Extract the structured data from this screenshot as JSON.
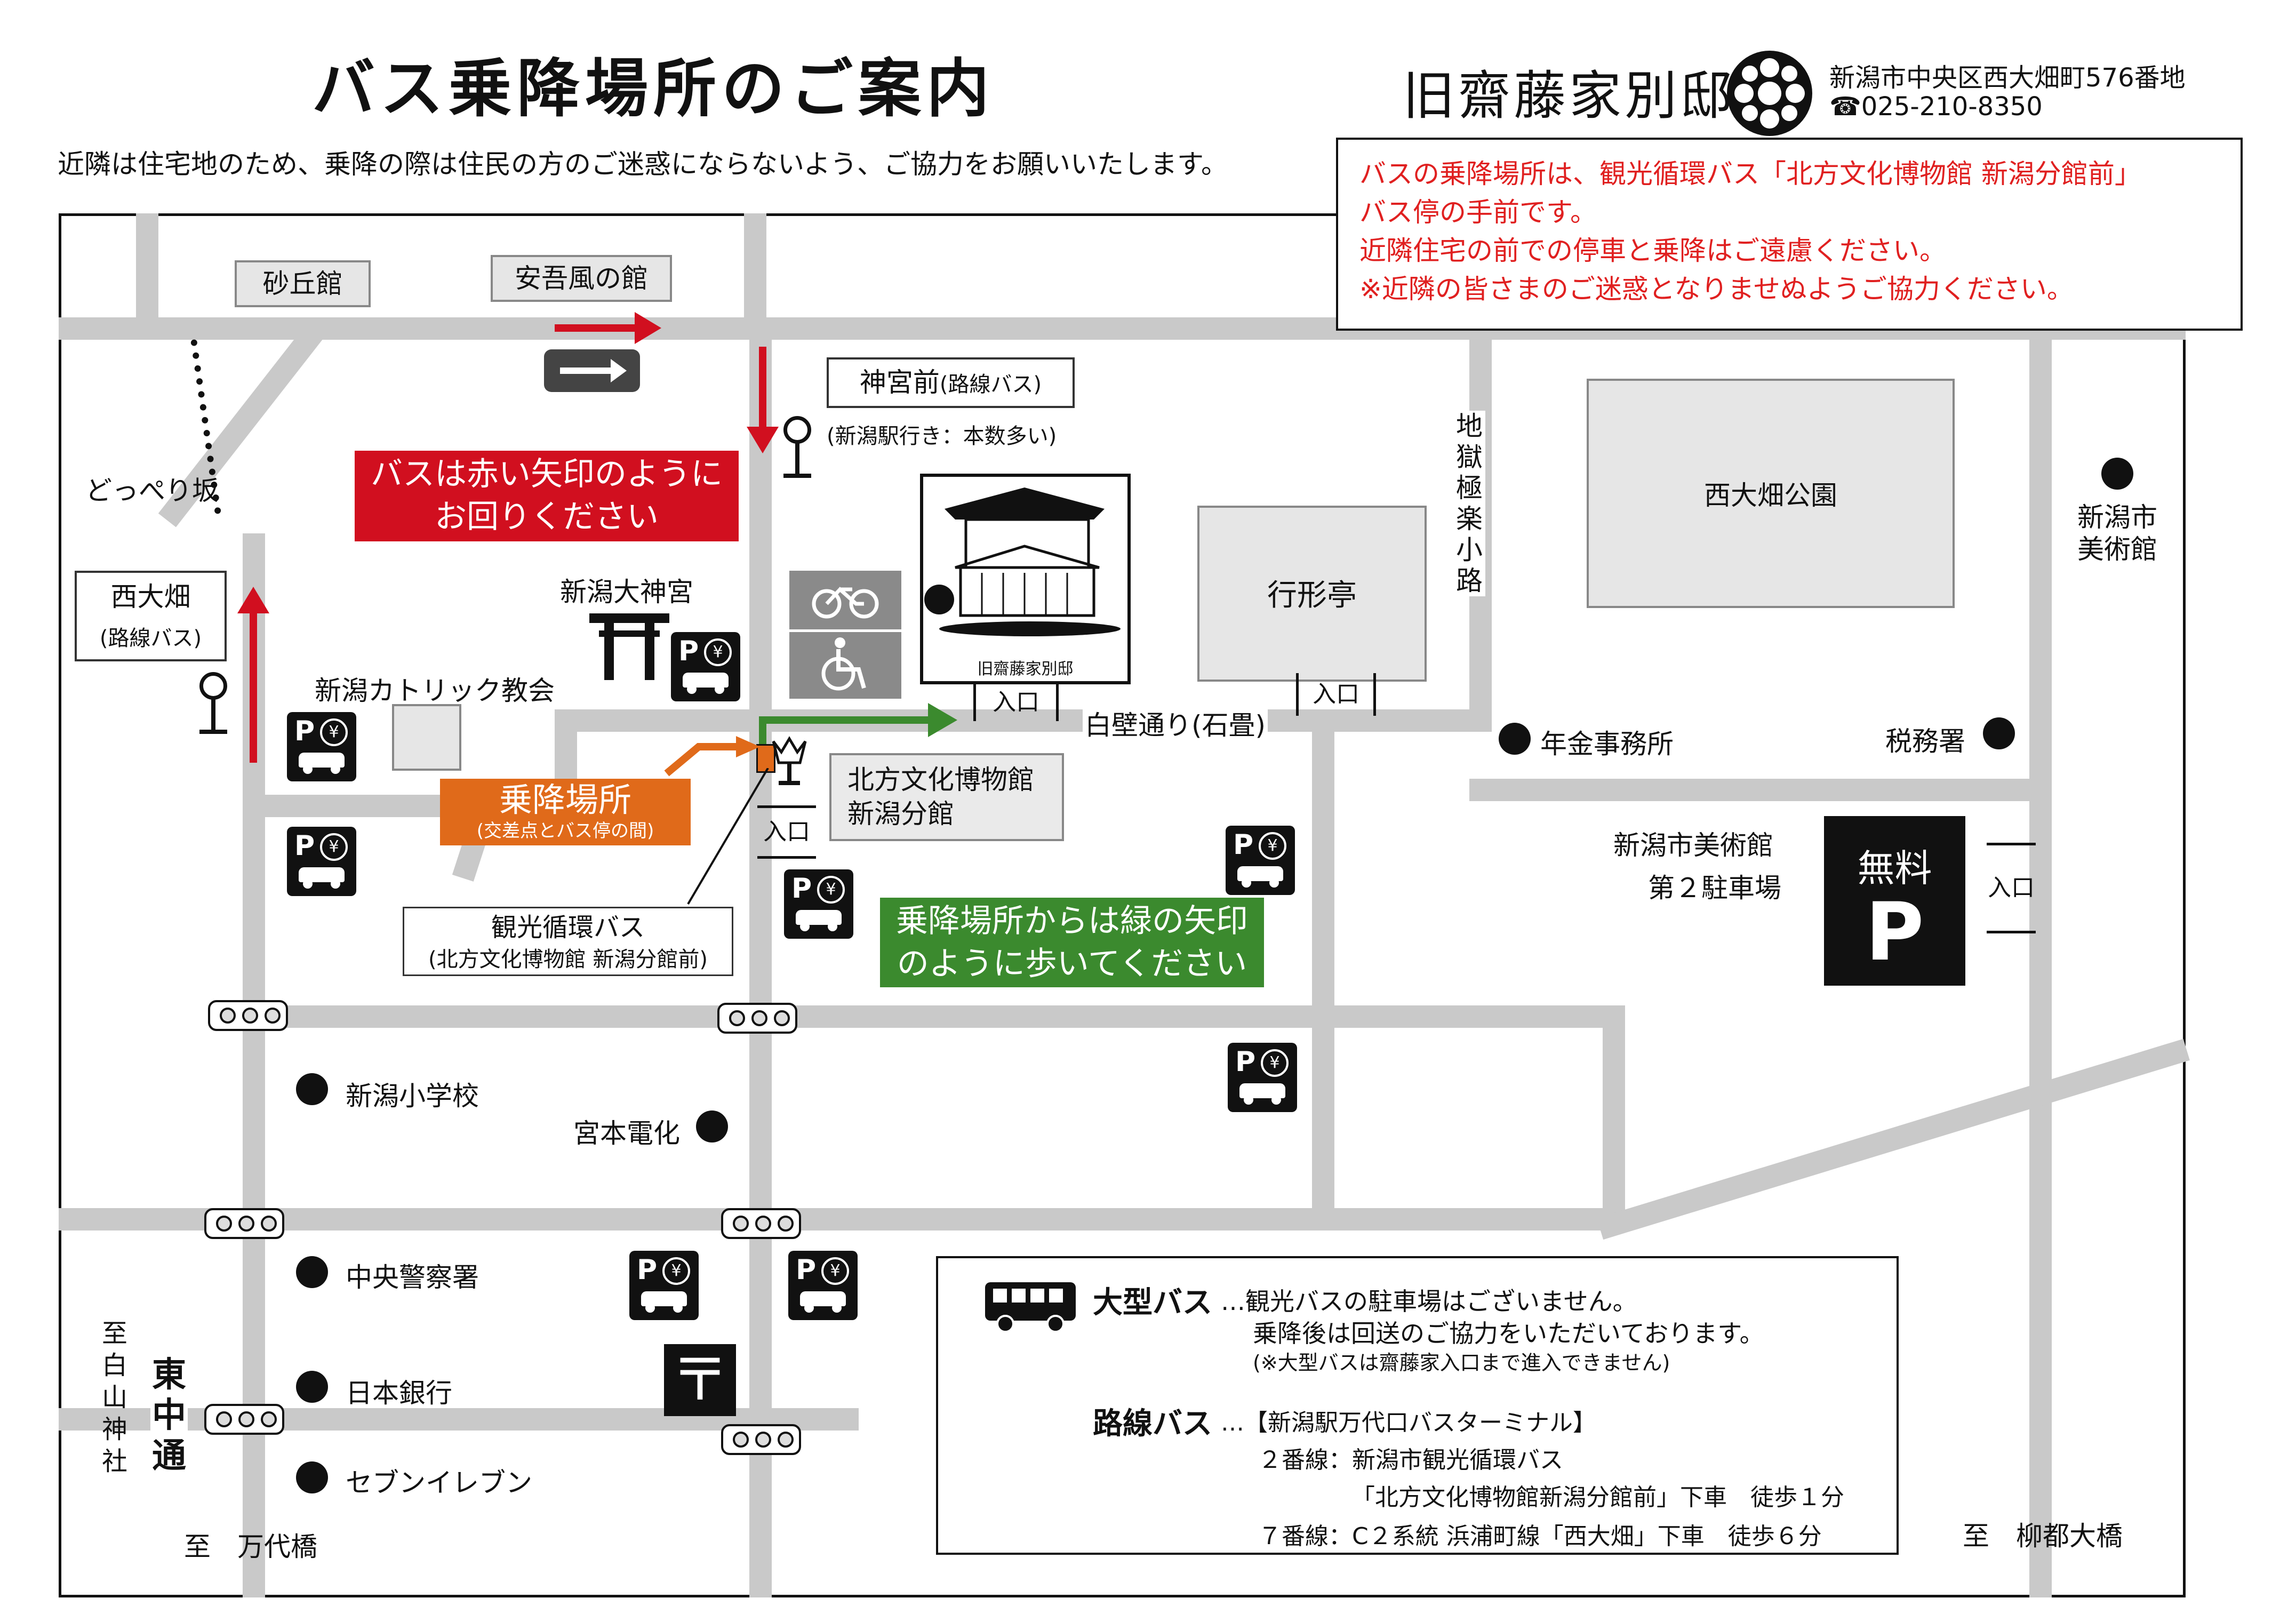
{
  "header": {
    "title": "バス乗降場所のご案内",
    "subnote": "近隣は住宅地のため、乗降の際は住民の方のご迷惑にならないよう、ご協力をお願いいたします。",
    "brand": "旧齋藤家別邸",
    "address": "新潟市中央区西大畑町576番地",
    "tel": "☎025-210-8350"
  },
  "notice": {
    "lines": [
      "バスの乗降場所は、観光循環バス「北方文化博物館 新潟分館前」",
      "バス停の手前です。",
      "近隣住宅の前での停車と乗降はご遠慮ください。",
      "※近隣の皆さまのご迷惑となりませぬようご協力ください。"
    ],
    "color": "#e02020"
  },
  "map": {
    "places": {
      "sakyukan": "砂丘館",
      "angofu": "安吾風の館",
      "jingumae": "神宮前",
      "jingumae_sub": "(路線バス)",
      "jingumae_note": "(新潟駅行き：本数多い)",
      "dopperi": "どっぺり坂",
      "nishiohata_stop": "西大畑",
      "nishiohata_sub": "(路線バス)",
      "daijingu": "新潟大神宮",
      "catholic": "新潟カトリック教会",
      "kyukeitei": "行形亭",
      "jigoku": "地獄極楽小路",
      "park": "西大畑公園",
      "museum": "新潟市美術館",
      "pension": "年金事務所",
      "tax": "税務署",
      "shirakabe": "白壁通り(石畳)",
      "entrance": "入口",
      "hoppo": "北方文化博物館",
      "hoppo2": "新潟分館",
      "kanko": "観光循環バス",
      "kanko_sub": "(北方文化博物館 新潟分館前)",
      "museum_p1": "新潟市美術館",
      "museum_p2": "第２駐車場",
      "free": "無料",
      "free_p": "P",
      "school": "新潟小学校",
      "miyamoto": "宮本電化",
      "police": "中央警察署",
      "boj": "日本銀行",
      "seven": "セブンイレブン",
      "higashi": "東中通",
      "hakusan": "至白山神社",
      "bandai": "至　万代橋",
      "ryuto": "至　柳都大橋",
      "post_icon": "〒",
      "estate_label": "旧齋藤家別邸"
    },
    "red_callout": [
      "バスは赤い矢印のように",
      "お回りください"
    ],
    "orange_callout": {
      "title": "乗降場所",
      "sub": "(交差点とバス停の間)"
    },
    "green_callout": [
      "乗降場所からは緑の矢印",
      "のように歩いてください"
    ],
    "colors": {
      "red": "#d10f1f",
      "orange": "#e06a1a",
      "green": "#3b8a2e",
      "road": "#c9c9c9"
    },
    "icons": [
      "parking-icon",
      "bicycle-icon",
      "wheelchair-icon",
      "torii-icon",
      "traffic-signal-icon",
      "bus-stop-icon",
      "post-office-icon",
      "one-way-icon"
    ]
  },
  "info": {
    "large_bus": "大型バス",
    "large_bus_text1": "…観光バスの駐車場はございません。",
    "large_bus_text2": "乗降後は回送のご協力をいただいております。",
    "large_bus_note": "(※大型バスは齋藤家入口まで進入できません)",
    "route_bus": "路線バス",
    "route_bus_text1": "…【新潟駅万代口バスターミナル】",
    "route_bus_text2": "２番線：新潟市観光循環バス",
    "route_bus_text3": "「北方文化博物館新潟分館前」下車　徒歩１分",
    "route_bus_text4": "７番線：C２系統 浜浦町線「西大畑」下車　徒歩６分"
  }
}
